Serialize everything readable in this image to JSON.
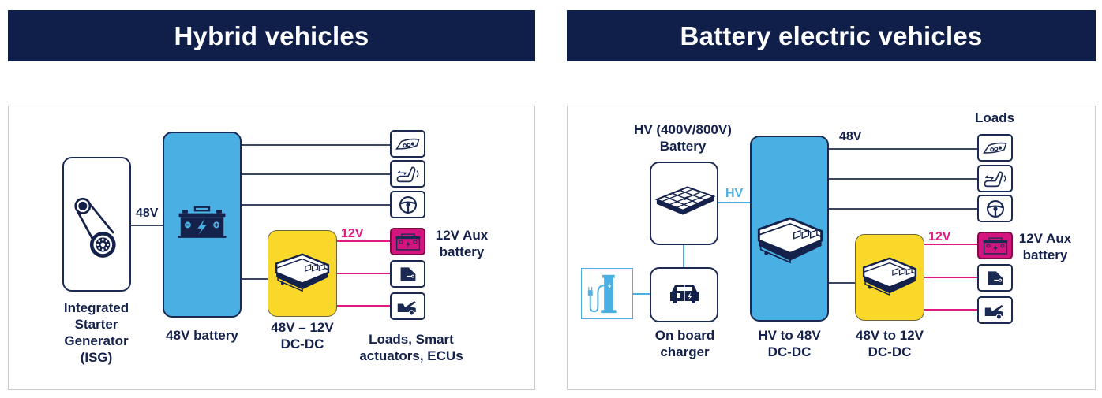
{
  "colors": {
    "banner_bg": "#101f4a",
    "navy": "#14214b",
    "battery_blue": "#4aafe2",
    "dcdc_yellow": "#fad82a",
    "aux_magenta": "#d5157f",
    "line_12v": "#e0187f",
    "line_hv": "#4aafe2"
  },
  "hybrid": {
    "title": "Hybrid vehicles",
    "isg_label_lines": [
      "Integrated",
      "Starter",
      "Generator",
      "(ISG)"
    ],
    "isg_icon": "belt-pulley-icon",
    "link_48v": "48V",
    "battery_label": "48V battery",
    "battery_icon": "car-battery-icon",
    "dcdc_label_lines": [
      "48V – 12V",
      "DC-DC"
    ],
    "dcdc_icon": "converter-module-icon",
    "link_12v": "12V",
    "aux_battery_label_lines": [
      "12V Aux",
      "battery"
    ],
    "loads_label_lines": [
      "Loads, Smart",
      "actuators, ECUs"
    ],
    "loads_48v": [
      {
        "icon": "headlight-icon"
      },
      {
        "icon": "seat-adjust-icon"
      },
      {
        "icon": "steering-wheel-icon"
      }
    ],
    "loads_12v": [
      {
        "icon": "aux-battery-icon"
      },
      {
        "icon": "door-lock-icon"
      },
      {
        "icon": "trunk-open-icon"
      }
    ]
  },
  "bev": {
    "title": "Battery electric vehicles",
    "hv_battery_label_lines": [
      "HV (400V/800V)",
      "Battery"
    ],
    "hv_battery_icon": "battery-pack-icon",
    "link_hv": "HV",
    "charger_label_lines": [
      "On board",
      "charger"
    ],
    "charger_icon": "car-charging-icon",
    "station_icon": "charging-station-icon",
    "hv_dcdc_label_lines": [
      "HV to 48V",
      "DC-DC"
    ],
    "link_48v": "48V",
    "loads_header": "Loads",
    "dcdc_label_lines": [
      "48V to 12V",
      "DC-DC"
    ],
    "link_12v": "12V",
    "aux_battery_label_lines": [
      "12V Aux",
      "battery"
    ],
    "loads_48v": [
      {
        "icon": "headlight-icon"
      },
      {
        "icon": "seat-adjust-icon"
      },
      {
        "icon": "steering-wheel-icon"
      }
    ],
    "loads_12v": [
      {
        "icon": "aux-battery-icon"
      },
      {
        "icon": "door-lock-icon"
      },
      {
        "icon": "trunk-open-icon"
      }
    ]
  }
}
